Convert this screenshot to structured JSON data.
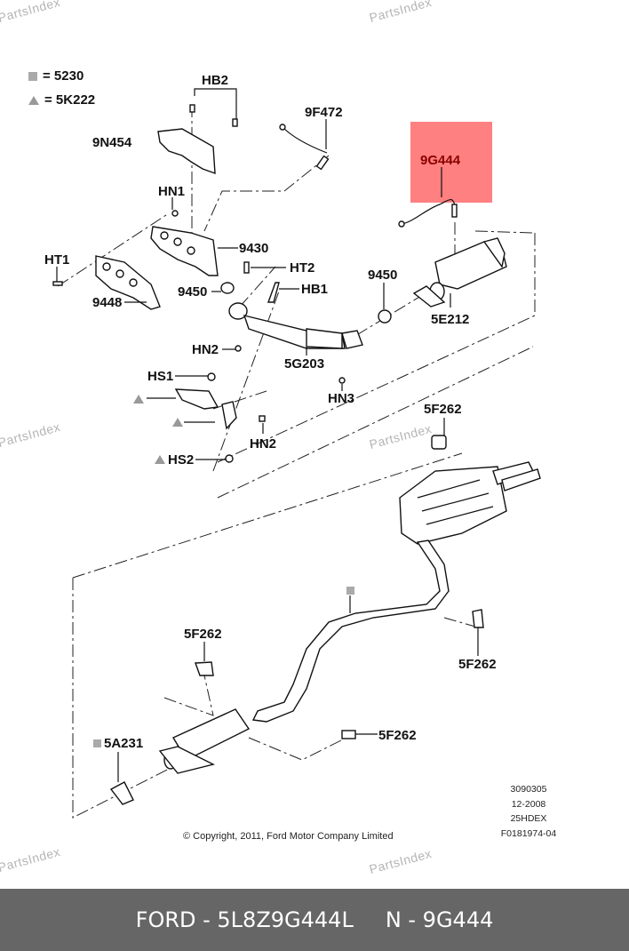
{
  "legend": [
    {
      "marker": "square",
      "text": "= 5230"
    },
    {
      "marker": "triangle",
      "text": "= 5K222"
    }
  ],
  "watermark": "PartsIndex",
  "highlighted_part": "9G444",
  "callouts": {
    "hb2": "HB2",
    "n9n454": "9N454",
    "n9f472": "9F472",
    "n9g444": "9G444",
    "hn1": "HN1",
    "ht1": "HT1",
    "n9430": "9430",
    "ht2": "HT2",
    "n9450a": "9450",
    "hb1": "HB1",
    "n9448": "9448",
    "n9450b": "9450",
    "n5e212": "5E212",
    "hn2a": "HN2",
    "n5g203": "5G203",
    "hs1": "HS1",
    "hn3": "HN3",
    "hn2b": "HN2",
    "hs2": "HS2",
    "n5f262a": "5F262",
    "n5f262b": "5F262",
    "n5f262c": "5F262",
    "n5f262d": "5F262",
    "n5a231": "5A231"
  },
  "meta": {
    "line1": "3090305",
    "line2": "12-2008",
    "line3": "25HDEX",
    "line4": "F0181974-04"
  },
  "copyright": "© Copyright, 2011, Ford Motor Company Limited",
  "footer": {
    "part_number": "FORD - 5L8Z9G444L",
    "reference": "N - 9G444"
  }
}
